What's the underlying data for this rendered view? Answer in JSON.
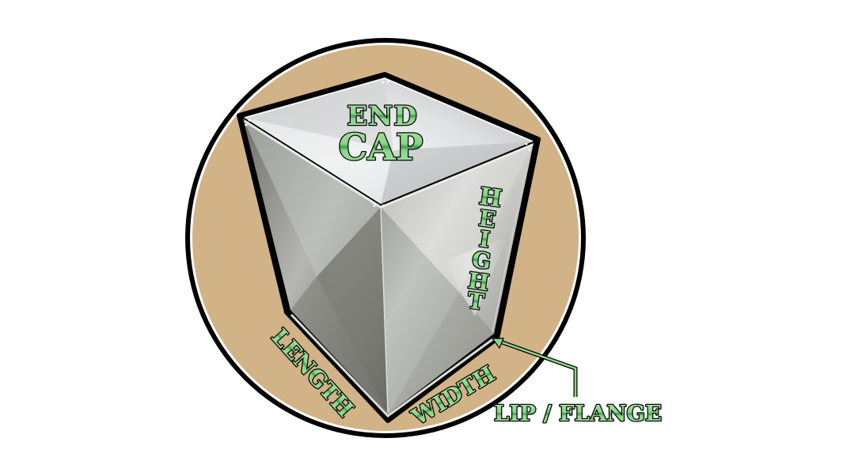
{
  "diagram": {
    "subject": "rectangular duct end cap",
    "labels": {
      "end_line1": "END",
      "end_line2": "CAP",
      "height": [
        "H",
        "E",
        "I",
        "G",
        "H",
        "T"
      ],
      "length": "LENGTH",
      "width": "WIDTH",
      "lip_flange": "LIP / FLANGE"
    },
    "colors": {
      "background": "#ffffff",
      "circle_fill": "#d2b287",
      "circle_ring": "#000000",
      "label_fill_light": "#90d88f",
      "label_fill_dark": "#3f9f4a",
      "label_outline": "#0a0a0a",
      "metal_light": "#e8e9ea",
      "metal_mid": "#a9aaa5",
      "metal_dark": "#6c6d66",
      "leader_line": "#8fd68e"
    }
  }
}
